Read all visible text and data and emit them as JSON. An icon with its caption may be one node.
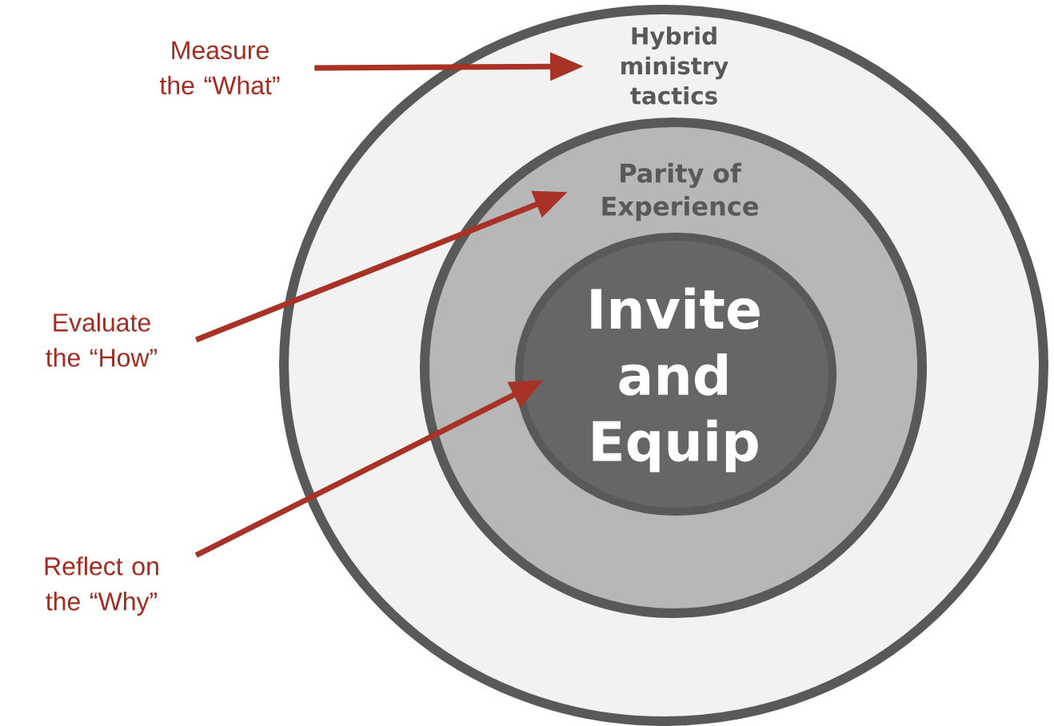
{
  "diagram": {
    "nodes": [
      {
        "text": [
          "Hybrid ministry tactics"
        ]
      },
      {
        "text": [
          "Parity of Experience"
        ],
        "in": 0
      },
      {
        "text": [
          "Invite and Equip"
        ],
        "in": 1
      },
      {
        "text": [
          "Measure the “What”"
        ]
      },
      {
        "text": [
          "Evaluate the “How”"
        ]
      },
      {
        "text": [
          "Reflect on the “Why”"
        ]
      }
    ],
    "edges": [
      {
        "from": 3,
        "to": 0,
        "arrow": "to"
      },
      {
        "from": 4,
        "to": 1,
        "arrow": "to"
      },
      {
        "from": 5,
        "to": 2,
        "arrow": "to"
      }
    ]
  }
}
